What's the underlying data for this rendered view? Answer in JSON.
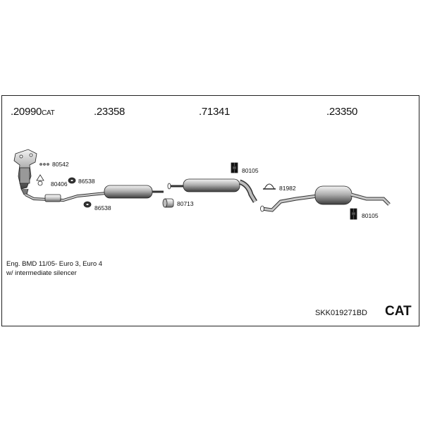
{
  "header_numbers": [
    {
      "num": ".20990",
      "suffix": "CAT"
    },
    {
      "num": ".23358",
      "suffix": ""
    },
    {
      "num": ".71341",
      "suffix": ""
    },
    {
      "num": ".23350",
      "suffix": ""
    }
  ],
  "part_labels": {
    "p80542": "80542",
    "p80406": "80406",
    "p86538a": "86538",
    "p86538b": "86538",
    "p80713": "80713",
    "p80105a": "80105",
    "p81982": "81982",
    "p80105b": "80105"
  },
  "description": {
    "line1": "Eng. BMD   11/05-   Euro 3, Euro 4",
    "line2": "w/ intermediate silencer"
  },
  "kit_code": "SKK019271BD",
  "badge": "CAT"
}
